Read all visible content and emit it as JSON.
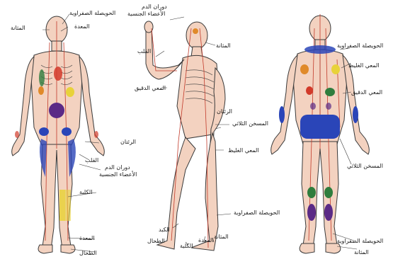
{
  "colors": {
    "skin": "#f3d2c0",
    "skin_shade": "#e8b8a2",
    "outline": "#3a3a3a",
    "meridian_red": "#c23a2a",
    "blue": "#2a45b8",
    "purple": "#5a2a86",
    "green": "#2f7d3d",
    "yellow": "#e8d23a",
    "orange": "#e08a2a",
    "red": "#d23a2a"
  },
  "figures": {
    "front": {
      "labels": {
        "gallbladder": "الحويصلة الصفراوية",
        "bladder": "المثانة",
        "stomach": "المعدة",
        "lungs": "الرئتان",
        "heart": "القلب",
        "circulation": "دوران الدم",
        "sex_organs": "الأعضاء الجنسية",
        "kidney": "الكلية",
        "stomach_low": "المعدة",
        "spleen": "الطحال"
      }
    },
    "side": {
      "labels": {
        "circulation": "دوران الدم",
        "sex_organs": "الأعضاء الجنسية",
        "heart": "القلب",
        "bladder": "المثانة",
        "small_intestine": "المعي الدقيق",
        "lungs": "الرئتان",
        "triple_heater": "المسخن الثلاثي",
        "large_intestine": "المعي الغليظ",
        "gallbladder": "الحويصلة الصفراوية",
        "liver": "الكبد",
        "stomach": "المعدة",
        "spleen": "الطحال",
        "bladder_low": "المثانة",
        "kidney": "الكلية"
      }
    },
    "back": {
      "labels": {
        "gallbladder": "الحويصلة الصفراوية",
        "large_intestine": "المعي الغليظ",
        "small_intestine": "المعي الدقيق",
        "triple_heater": "المسخن الثلاثي",
        "gallbladder_low": "الحويصلة الصفراوية",
        "bladder": "المثانة"
      }
    }
  }
}
